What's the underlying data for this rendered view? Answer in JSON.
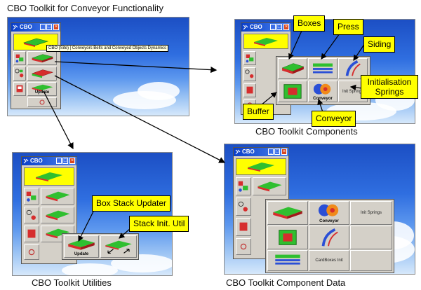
{
  "captions": {
    "top_left": "CBO Toolkit for Conveyor Functionality",
    "top_right": "CBO Toolkit Components",
    "bottom_left": "CBO Toolkit Utilities",
    "bottom_right": "CBO Toolkit Component Data"
  },
  "window": {
    "title": "CBO",
    "minimize": "_",
    "maximize": "□",
    "close": "×"
  },
  "main_toolbar": {
    "tooltip": "CBO (Site) | Conveyors Belts and Conveyed Objects Dynamics",
    "update_label": "Update"
  },
  "components": {
    "conveyor_label": "Conveyor",
    "init_springs_label": "Init Springs"
  },
  "component_data": {
    "conveyor_label": "Conveyor",
    "init_springs_label": "Init Springs",
    "cardboxes_label": "CardBoxes Init"
  },
  "utilities": {
    "update_label": "Update"
  },
  "callouts": {
    "boxes": "Boxes",
    "press": "Press",
    "siding": "Siding",
    "initialisation_springs": "Initialisation Springs",
    "buffer": "Buffer",
    "conveyor": "Conveyor",
    "box_stack_updater": "Box Stack Updater",
    "stack_init_util": "Stack Init. Util"
  },
  "colors": {
    "callout_fill": "#ffff00",
    "desktop_sky": "#2f6ee0",
    "titlebar": "#0a3ec8",
    "toolbar_face": "#d4d0c8"
  }
}
